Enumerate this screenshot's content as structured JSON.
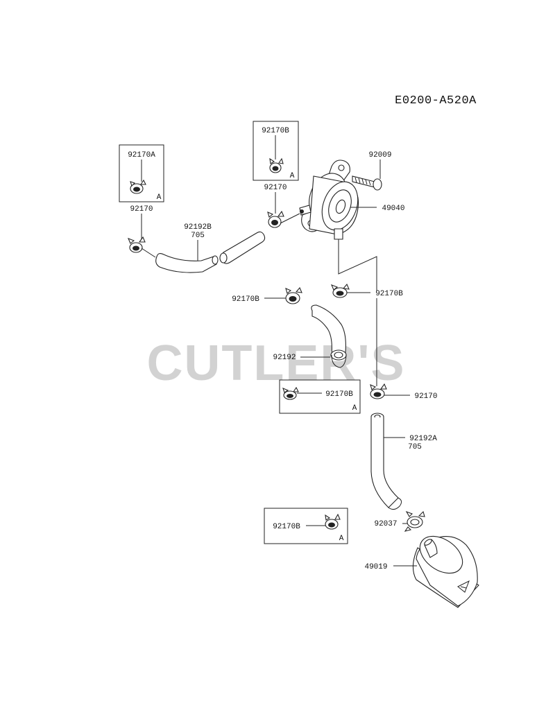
{
  "diagram_code": "E0200-A520A",
  "watermark": "CUTLER'S",
  "callouts": {
    "p92170A_box": "92170A",
    "p92170A_box_tag": "A",
    "p92170_left": "92170",
    "p92170B_top_box": "92170B",
    "p92170B_top_box_tag": "A",
    "p92170_top": "92170",
    "p92009": "92009",
    "p49040": "49040",
    "p92192B": "92192B",
    "p92192B_len": "705",
    "p92170B_mid_left": "92170B",
    "p92170B_mid_right": "92170B",
    "p92192": "92192",
    "p92170B_mid_box": "92170B",
    "p92170B_mid_box_tag": "A",
    "p92170_right": "92170",
    "p92192A": "92192A",
    "p92192A_len": "705",
    "p92170B_low_box": "92170B",
    "p92170B_low_box_tag": "A",
    "p92037": "92037",
    "p49019": "49019"
  }
}
